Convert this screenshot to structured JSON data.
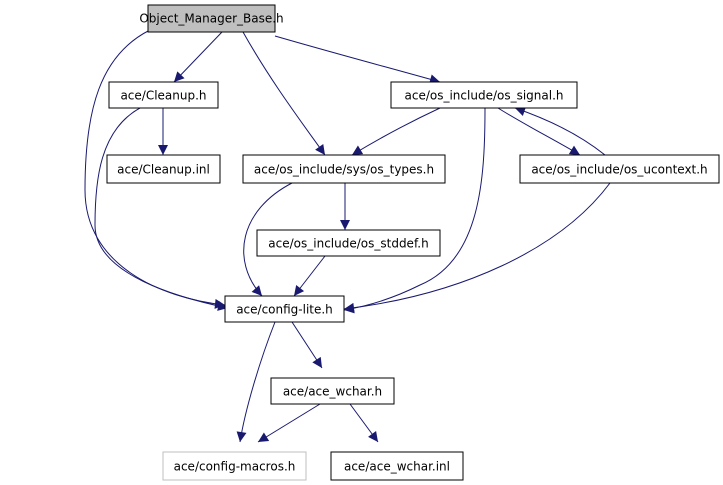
{
  "diagram": {
    "colors": {
      "edge": "#191970",
      "node_border": "#000000",
      "node_border_faded": "#bfbfbf",
      "root_fill": "#bfbfbf",
      "node_fill": "#ffffff"
    },
    "nodes": [
      {
        "id": "object_manager_base",
        "label": "Object_Manager_Base.h",
        "style": "root"
      },
      {
        "id": "cleanup_h",
        "label": "ace/Cleanup.h",
        "style": "normal"
      },
      {
        "id": "os_signal_h",
        "label": "ace/os_include/os_signal.h",
        "style": "normal"
      },
      {
        "id": "cleanup_inl",
        "label": "ace/Cleanup.inl",
        "style": "normal"
      },
      {
        "id": "sys_types_h",
        "label": "ace/os_include/sys/os_types.h",
        "style": "normal"
      },
      {
        "id": "os_ucontext_h",
        "label": "ace/os_include/os_ucontext.h",
        "style": "normal"
      },
      {
        "id": "os_stddef_h",
        "label": "ace/os_include/os_stddef.h",
        "style": "normal"
      },
      {
        "id": "config_lite_h",
        "label": "ace/config-lite.h",
        "style": "normal"
      },
      {
        "id": "ace_wchar_h",
        "label": "ace/ace_wchar.h",
        "style": "normal"
      },
      {
        "id": "config_macros_h",
        "label": "ace/config-macros.h",
        "style": "faded"
      },
      {
        "id": "ace_wchar_inl",
        "label": "ace/ace_wchar.inl",
        "style": "normal"
      }
    ],
    "edges": [
      {
        "from": "object_manager_base",
        "to": "cleanup_h"
      },
      {
        "from": "object_manager_base",
        "to": "os_signal_h"
      },
      {
        "from": "object_manager_base",
        "to": "sys_types_h"
      },
      {
        "from": "object_manager_base",
        "to": "config_lite_h"
      },
      {
        "from": "cleanup_h",
        "to": "cleanup_inl"
      },
      {
        "from": "cleanup_h",
        "to": "config_lite_h"
      },
      {
        "from": "os_signal_h",
        "to": "sys_types_h"
      },
      {
        "from": "os_signal_h",
        "to": "os_ucontext_h"
      },
      {
        "from": "os_signal_h",
        "to": "config_lite_h"
      },
      {
        "from": "os_ucontext_h",
        "to": "os_signal_h"
      },
      {
        "from": "os_ucontext_h",
        "to": "config_lite_h"
      },
      {
        "from": "sys_types_h",
        "to": "os_stddef_h"
      },
      {
        "from": "sys_types_h",
        "to": "config_lite_h"
      },
      {
        "from": "os_stddef_h",
        "to": "config_lite_h"
      },
      {
        "from": "config_lite_h",
        "to": "ace_wchar_h"
      },
      {
        "from": "config_lite_h",
        "to": "config_macros_h"
      },
      {
        "from": "ace_wchar_h",
        "to": "config_macros_h"
      },
      {
        "from": "ace_wchar_h",
        "to": "ace_wchar_inl"
      }
    ]
  }
}
